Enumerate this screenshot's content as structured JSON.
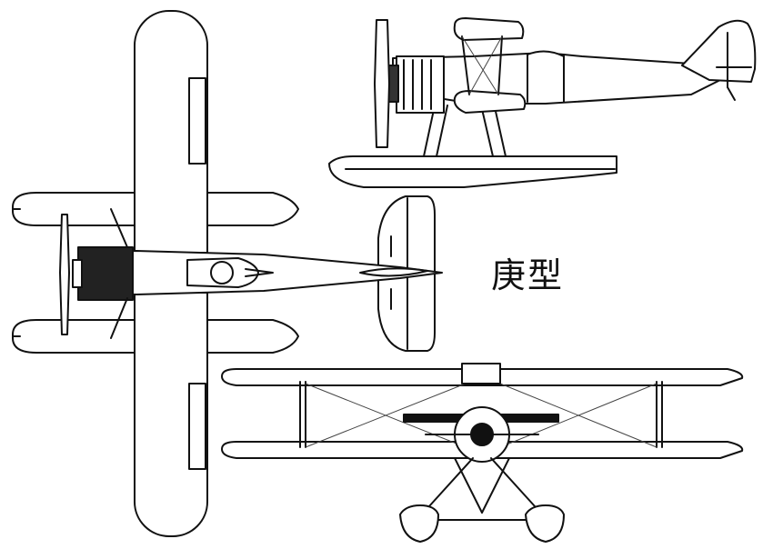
{
  "caption": "庚型",
  "colors": {
    "line": "#111111",
    "fill": "#ffffff",
    "dark": "#111111",
    "brace": "#444444"
  },
  "views": [
    "top-view",
    "side-view",
    "front-view"
  ]
}
